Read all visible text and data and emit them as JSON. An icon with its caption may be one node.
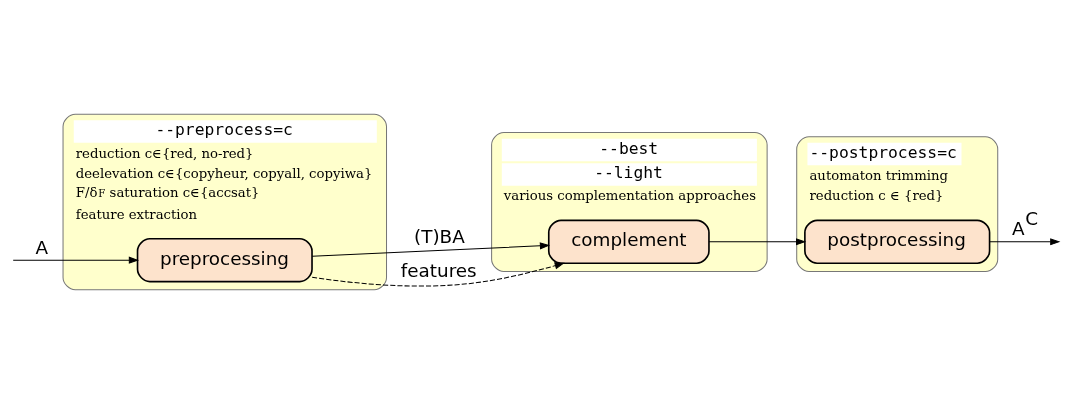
{
  "diagram": {
    "nodes": [
      {
        "text": [
          "--preprocess=c",
          "reduction c∈{red, no-red}",
          "deelevation c∈{copyheur, copyall, copyiwa}",
          "F/δ$_{F}$ saturation c∈{accsat}",
          "feature extraction"
        ]
      },
      {
        "text": [
          "preprocessing"
        ],
        "in": 0
      },
      {
        "text": [
          "--best",
          "--light",
          "various complementation approaches"
        ]
      },
      {
        "text": [
          "complement"
        ],
        "in": 2
      },
      {
        "text": [
          "--postprocess=c",
          "automaton trimming",
          "reduction c ∈ {red}"
        ]
      },
      {
        "text": [
          "postprocessing"
        ],
        "in": 4
      }
    ],
    "edges": [
      {
        "from": null,
        "to": 1,
        "arrow": "to",
        "label": "A"
      },
      {
        "from": 1,
        "to": 3,
        "arrow": "to",
        "label": "(T)BA"
      },
      {
        "from": 3,
        "to": 5,
        "arrow": "to"
      },
      {
        "from": 5,
        "to": null,
        "arrow": "to",
        "label": "A$^{C}$"
      },
      {
        "from": 1,
        "to": 3,
        "arrow": "to",
        "label": "features",
        "style": "dashed"
      }
    ]
  }
}
